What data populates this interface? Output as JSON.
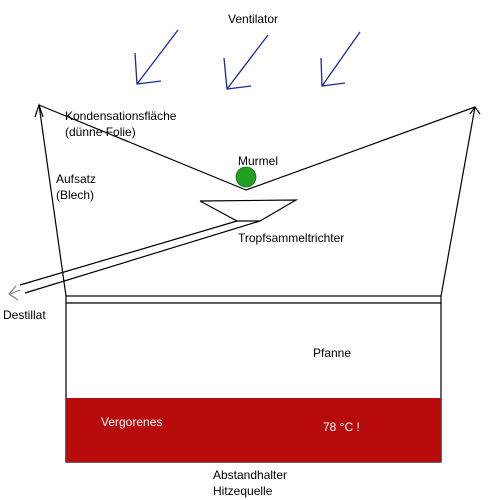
{
  "labels": {
    "ventilator": "Ventilator",
    "condensation_line1": "Kondensationsfläche",
    "condensation_line2": "(dünne Folie)",
    "marble": "Murmel",
    "attachment_line1": "Aufsatz",
    "attachment_line2": "(Blech)",
    "drip_funnel": "Tropfsammeltrichter",
    "distillate": "Destillat",
    "pan": "Pfanne",
    "fermented": "Vergorenes",
    "temperature": "78 °C !",
    "spacer": "Abstandhalter",
    "heat_source": "Hitzequelle"
  },
  "colors": {
    "fan_arrows": "#1a2a9c",
    "marble": "#22a022",
    "liquid": "#b80c0c",
    "liquid_text": "#ffffff",
    "distillate_arrow": "#808080",
    "outline": "#000000"
  },
  "icons": {
    "fan_arrow": "arrow-down-left-icon",
    "distillate_arrow": "arrow-left-icon"
  }
}
